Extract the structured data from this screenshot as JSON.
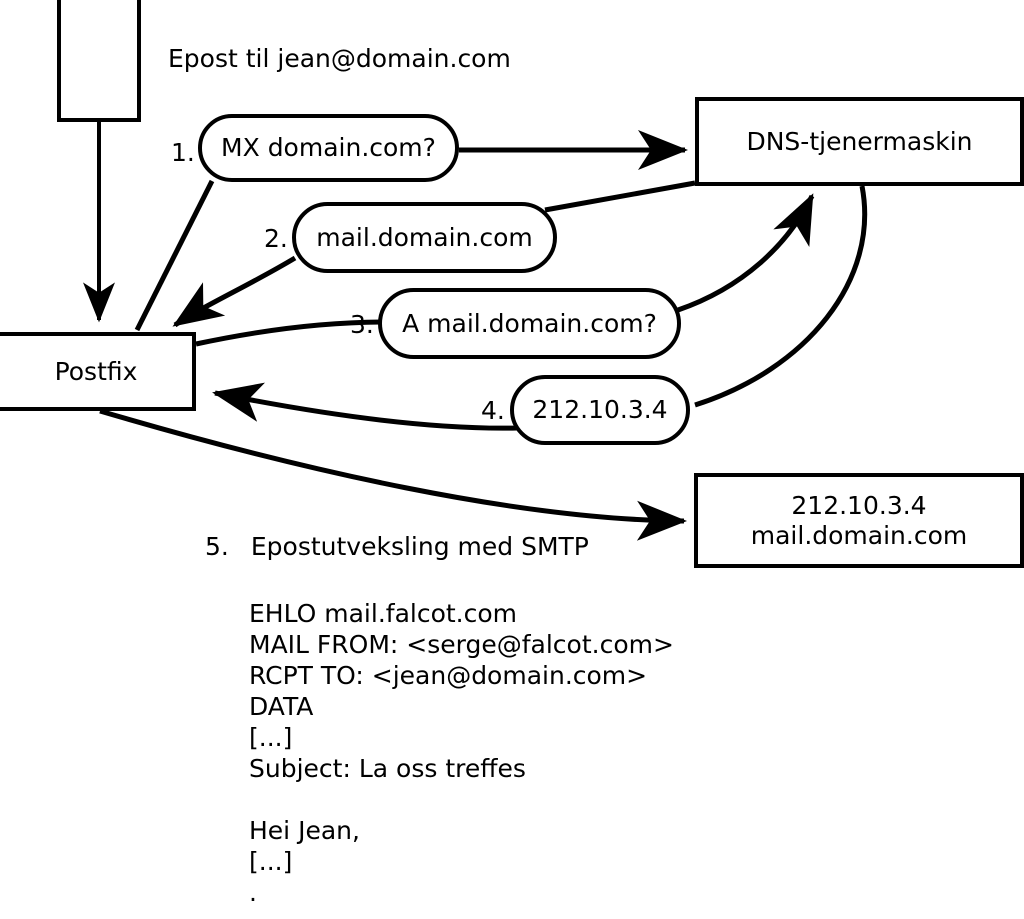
{
  "diagram": {
    "title_caption": "Epost til jean@domain.com",
    "nodes": {
      "client": {
        "label": ""
      },
      "postfix": {
        "label": "Postfix"
      },
      "dns_server": {
        "label": "DNS-tjenermaskin"
      },
      "mail_server": {
        "line1": "212.10.3.4",
        "line2": "mail.domain.com"
      }
    },
    "steps": [
      {
        "number": "1.",
        "label": "MX domain.com?"
      },
      {
        "number": "2.",
        "label": "mail.domain.com"
      },
      {
        "number": "3.",
        "label": "A mail.domain.com?"
      },
      {
        "number": "4.",
        "label": "212.10.3.4"
      }
    ],
    "step5": {
      "number": "5.",
      "label": "Epostutveksling med SMTP"
    },
    "smtp_transcript": [
      "EHLO mail.falcot.com",
      "MAIL FROM: <serge@falcot.com>",
      "RCPT TO: <jean@domain.com>",
      "DATA",
      "[...]",
      "Subject: La oss treffes",
      "",
      "Hei Jean,",
      "[...]",
      "."
    ],
    "colors": {
      "stroke": "#000000",
      "fill": "#ffffff"
    }
  }
}
